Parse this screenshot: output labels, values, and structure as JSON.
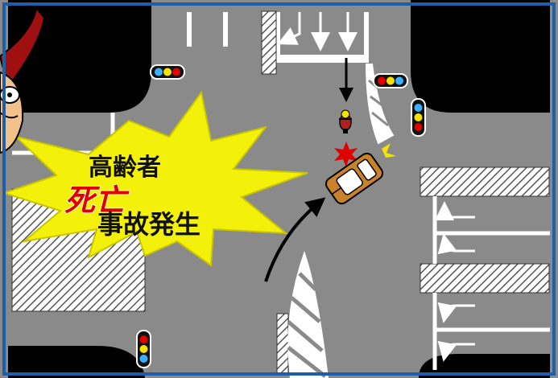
{
  "banner": {
    "line1": "高齢者",
    "line2": "死亡",
    "line3": "事故発生"
  },
  "colors": {
    "road": "#8a8a8a",
    "corner_block": "#000000",
    "frame": "#1e5ea8",
    "burst": "#f3f10a",
    "accent_red": "#e10000",
    "car": "#c9822a"
  },
  "icons": {
    "traffic_light": "traffic-signal",
    "motorbike": "motorcycle",
    "car": "sedan",
    "impact": "collision-star",
    "character": "elderly-person"
  }
}
